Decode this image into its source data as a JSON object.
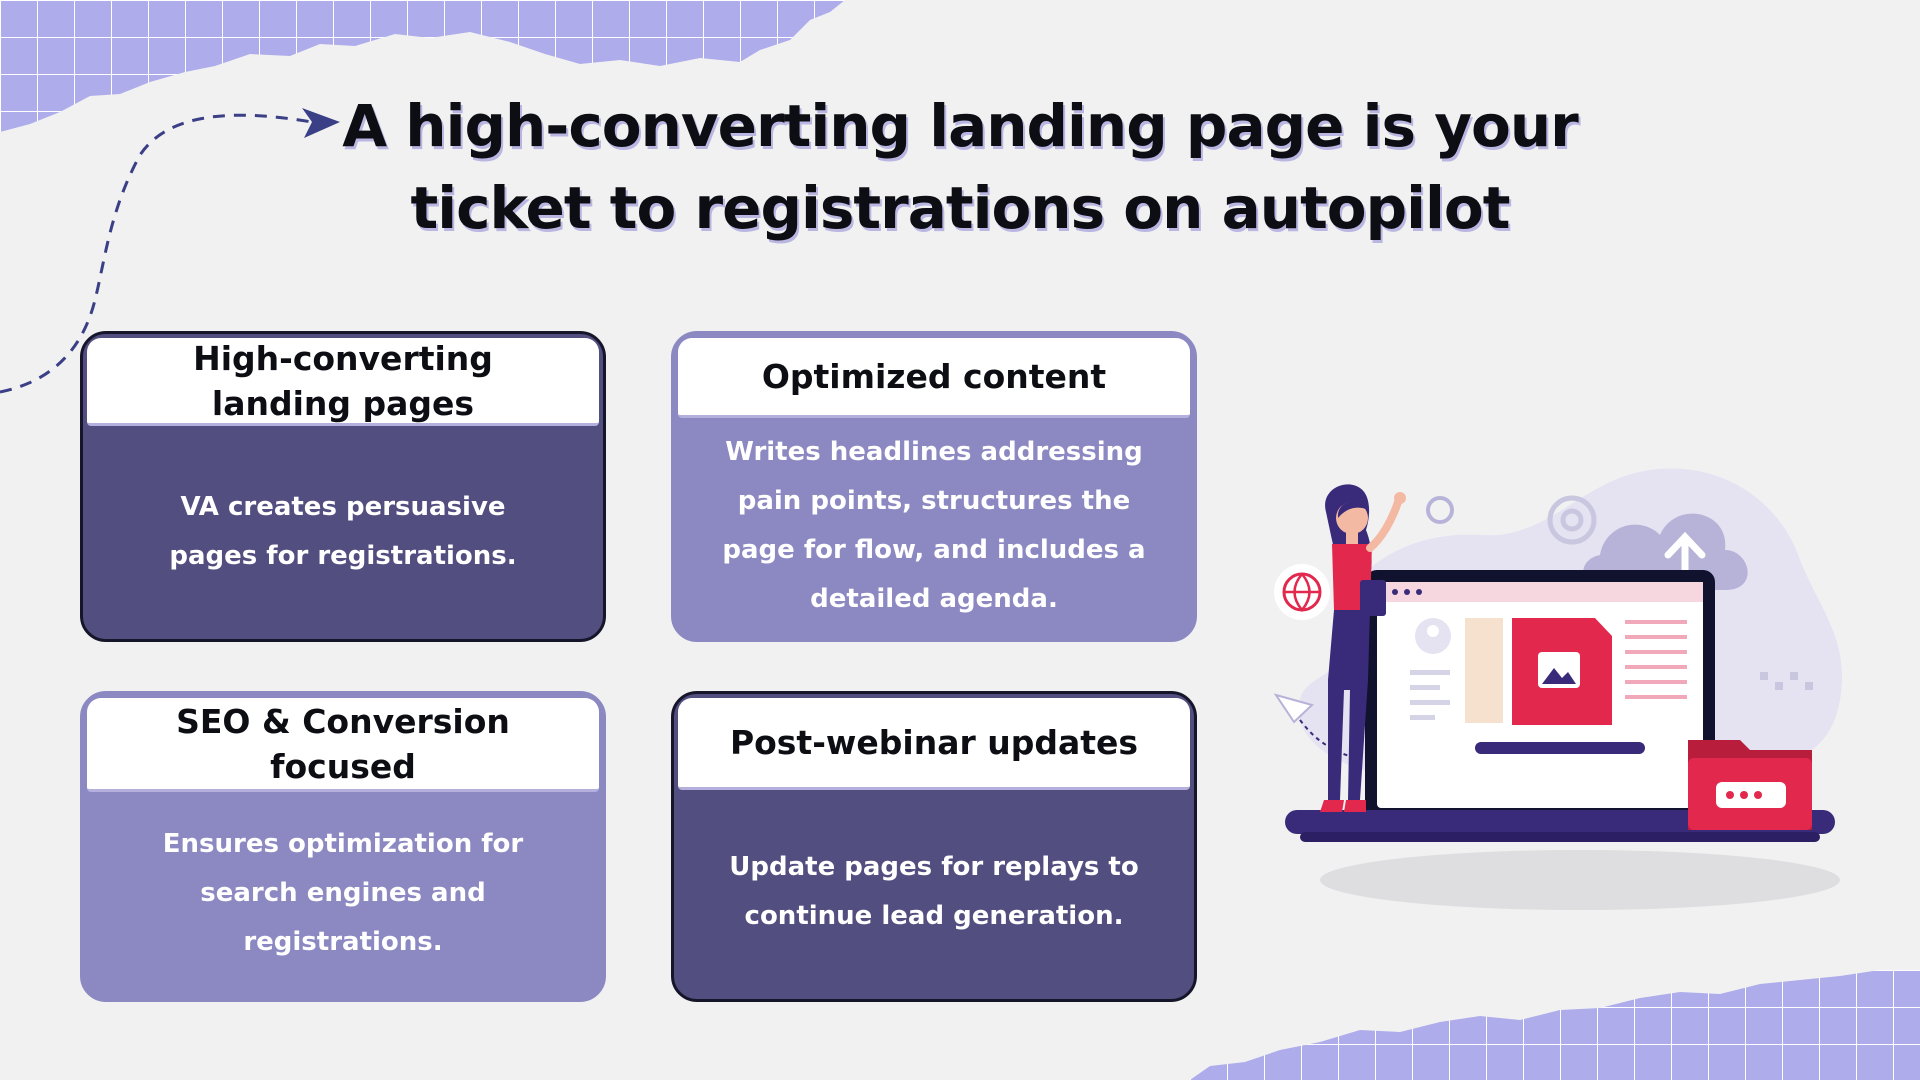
{
  "headline": {
    "line1": "A high-converting landing page is your",
    "line2": "ticket to registrations on autopilot"
  },
  "cards": [
    {
      "title_line1": "High-converting",
      "title_line2": "landing pages",
      "body": "VA creates persuasive pages for registrations."
    },
    {
      "title_line1": "Optimized content",
      "title_line2": "",
      "body": "Writes headlines addressing pain points, structures the page for flow, and includes a detailed agenda."
    },
    {
      "title_line1": "SEO & Conversion",
      "title_line2": "focused",
      "body": "Ensures optimization for search engines and registrations."
    },
    {
      "title_line1": "Post-webinar updates",
      "title_line2": "",
      "body": "Update pages for replays to continue lead generation."
    }
  ],
  "colors": {
    "background": "#f1f1f2",
    "grid_accent": "#aeacea",
    "card_dark": "#524e80",
    "card_light": "#8c89c2",
    "illustration_pink": "#e2294d",
    "illustration_navy": "#3a2a7a"
  },
  "icons": [
    "dashed-arrow-icon",
    "globe-icon",
    "gear-icon",
    "cloud-upload-icon",
    "paper-plane-icon",
    "folder-icon",
    "image-icon",
    "user-icon"
  ]
}
